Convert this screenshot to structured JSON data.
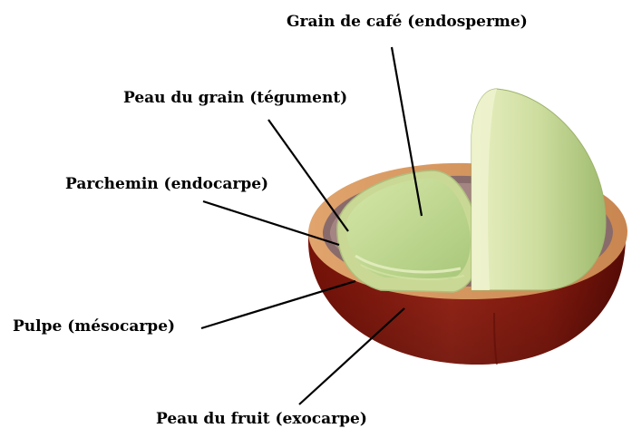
{
  "labels": {
    "coffee_bean": "Grain de café (endosperme)",
    "silver_skin": "Peau du grain (tégument)",
    "parchment": "Parchemin (endocarpe)",
    "pulp": "Pulpe (mésocarpe)",
    "fruit_skin": "Peau du fruit (exocarpe)"
  },
  "colors": {
    "exocarp": "#8b1a10",
    "exocarp_dark": "#5e0d07",
    "mesocarp": "#d9985f",
    "endocarp": "#8a6b6b",
    "silver_skin": "#c8d89a",
    "endosperm": "#b9d68f",
    "endosperm_light": "#dfe9b5",
    "leader_line": "#000000"
  }
}
